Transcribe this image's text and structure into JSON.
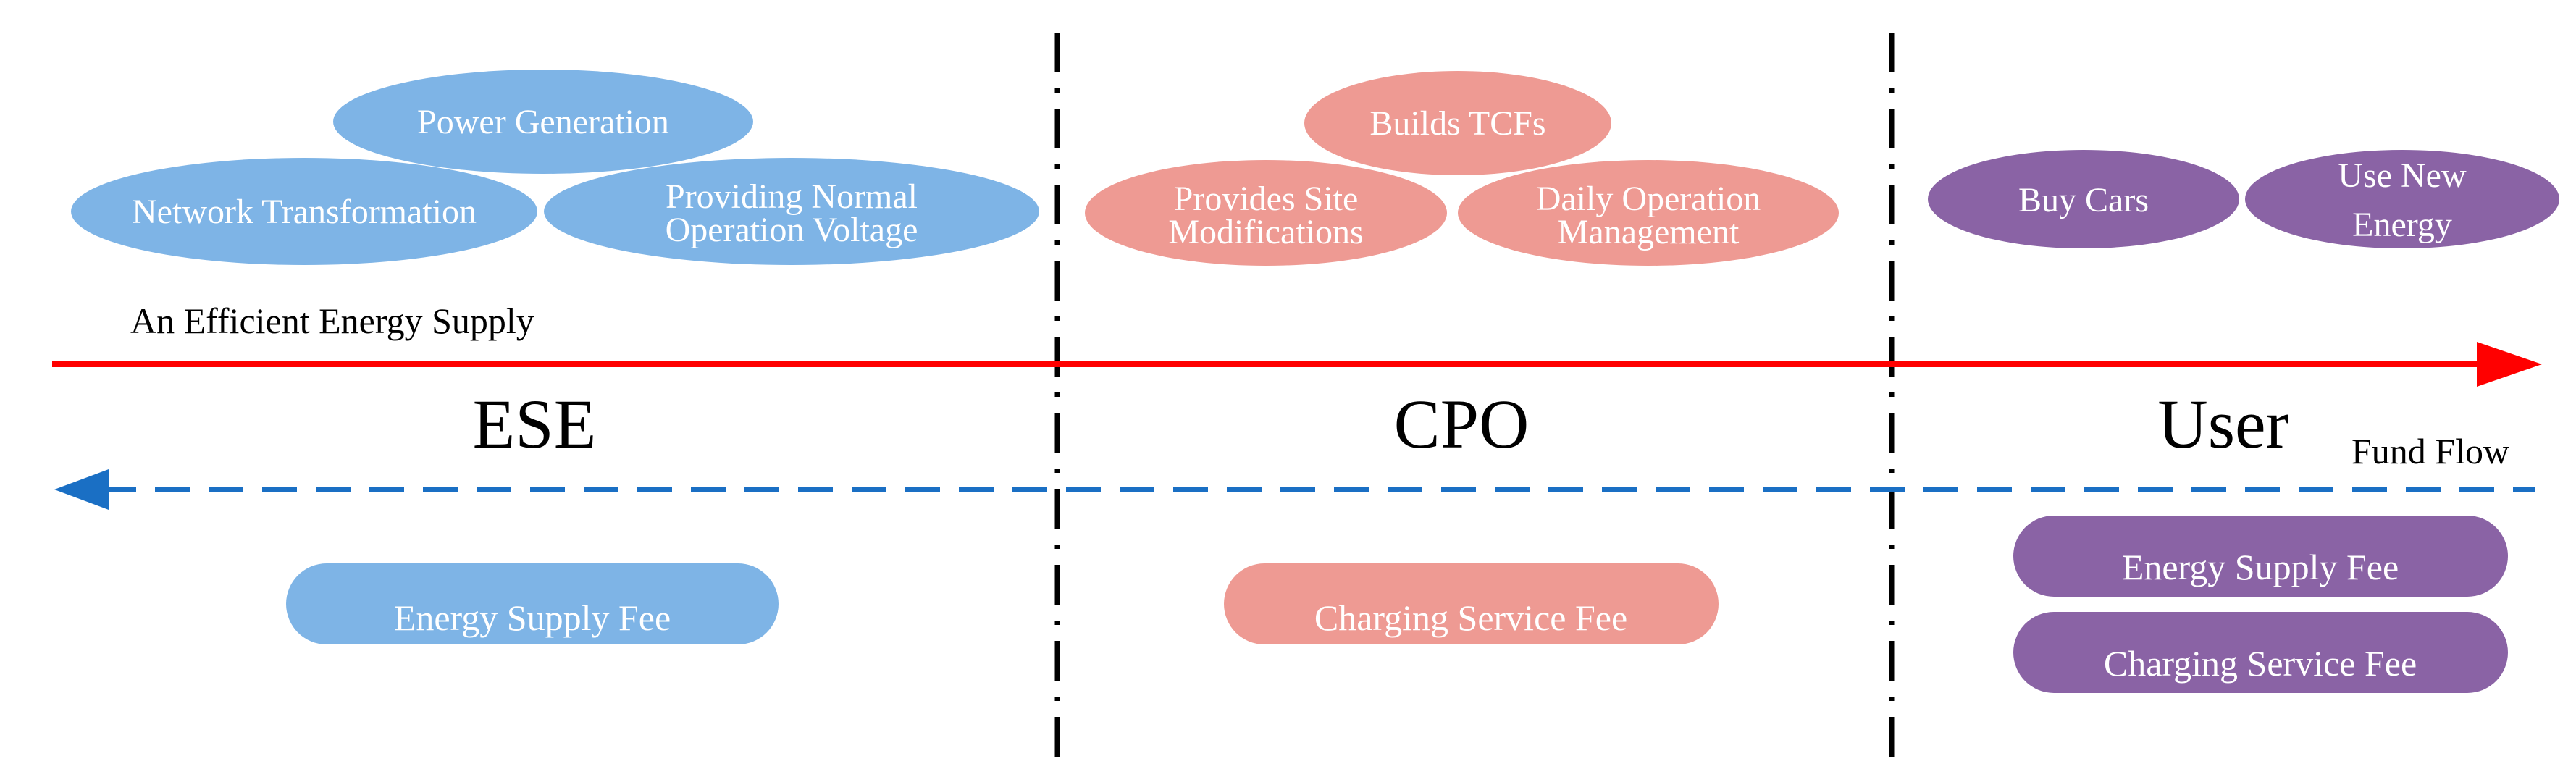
{
  "colors": {
    "ese": "#7eb4e6",
    "cpo": "#ee9a93",
    "user": "#8a63a5",
    "energy_arrow": "#ff0000",
    "fund_arrow": "#1a6fc4",
    "divider": "#000000"
  },
  "energy_flow": {
    "label": "An Efficient Energy Supply"
  },
  "fund_flow": {
    "label": "Fund Flow"
  },
  "sections": {
    "ese": {
      "title": "ESE",
      "activities": [
        {
          "lines": [
            "Power Generation"
          ]
        },
        {
          "lines": [
            "Network Transformation"
          ]
        },
        {
          "lines": [
            "Providing Normal",
            "Operation Voltage"
          ]
        }
      ],
      "fees": [
        {
          "label": "Energy Supply Fee"
        }
      ]
    },
    "cpo": {
      "title": "CPO",
      "activities": [
        {
          "lines": [
            "Builds TCFs"
          ]
        },
        {
          "lines": [
            "Provides Site",
            "Modifications"
          ]
        },
        {
          "lines": [
            "Daily Operation",
            "Management"
          ]
        }
      ],
      "fees": [
        {
          "label": "Charging Service Fee"
        }
      ]
    },
    "user": {
      "title": "User",
      "activities": [
        {
          "lines": [
            "Buy Cars"
          ]
        },
        {
          "lines": [
            "Use New",
            "Energy"
          ]
        }
      ],
      "fees": [
        {
          "label": "Energy Supply Fee"
        },
        {
          "label": "Charging Service Fee"
        }
      ]
    }
  }
}
